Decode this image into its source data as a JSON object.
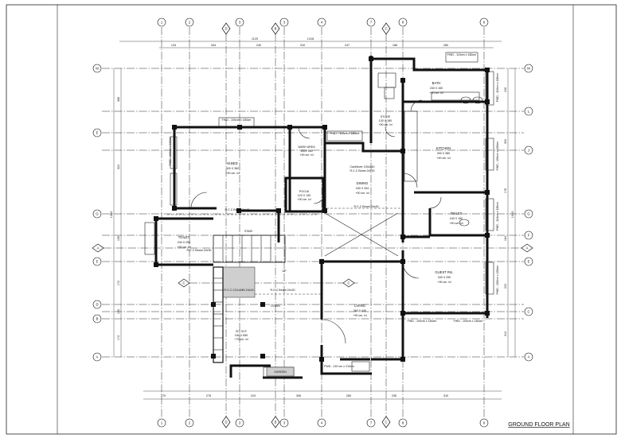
{
  "drawing": {
    "title": "GROUND FLOOR PLAN"
  },
  "grid_axes": {
    "vertical": [
      "1",
      "2",
      "D",
      "3",
      "B",
      "4",
      "7",
      "C",
      "8",
      "9"
    ],
    "horizontal": [
      "M",
      "L",
      "E",
      "J",
      "G",
      "F",
      "A",
      "E",
      "C",
      "D",
      "B",
      "A"
    ]
  },
  "rooms": [
    {
      "id": "master",
      "name": "M.BED",
      "size": "400 X 360",
      "level": "+90 cm. lvl"
    },
    {
      "id": "wash",
      "name": "WASH AREA",
      "size": "150X 180",
      "level": "+90 cm. lvl"
    },
    {
      "id": "pooja",
      "name": "POOJA",
      "size": "120 X 130",
      "level": "+90 cm. lvl"
    },
    {
      "id": "dining",
      "name": "DINING",
      "size": "340 X 334",
      "level": "+90 cm. lvl"
    },
    {
      "id": "bath",
      "name": "BATH",
      "size": "240 X 160",
      "level": "+90 cm. lvl"
    },
    {
      "id": "store",
      "name": "STORE",
      "size": "130 X 180",
      "level": "+90 cm. lvl"
    },
    {
      "id": "kitchen",
      "name": "KITCHEN",
      "size": "300 X 380",
      "level": "+90 cm. lvl"
    },
    {
      "id": "toilet_r",
      "name": "TOILET",
      "size": "240 X 150",
      "level": "+90 cm. lvl"
    },
    {
      "id": "toilet_l",
      "name": "TOILET",
      "size": "240 X 250",
      "level": "+90 cm. lvl"
    },
    {
      "id": "living",
      "name": "LIVING",
      "size": "360 X 430",
      "level": "+90 cm. lvl"
    },
    {
      "id": "guest",
      "name": "GUEST Rm.",
      "size": "340 X 330",
      "level": "+90 cm. lvl"
    },
    {
      "id": "sitout",
      "name": "SIT OUT",
      "size": "160 X 650",
      "level": "+75 cm. lvl"
    },
    {
      "id": "garden",
      "name": "GARDEN",
      "size": "",
      "level": ""
    }
  ],
  "annotations": {
    "cantilever": "Cantilever 100x240",
    "rcc_beam": "R.C.C Beam 24x30",
    "rcc_beam_2": "R.C.C Beam 24x45",
    "rcc_column": "R.C.C COLUMN 24x24",
    "stair": "STAIR",
    "down": "DOWN",
    "up": "UP",
    "window_a": "FWD - 100cm x 180cm",
    "window_b": "FWD - 110cm x 180cm",
    "window_c": "FWD - 220 cm x 210cm"
  },
  "dimensions": {
    "overall_width": "1418",
    "top_main": "1125",
    "left_overall": "1383",
    "right_overall": "1043",
    "top_parts": [
      "134",
      "344",
      "240",
      "310",
      "247",
      "186",
      "280"
    ],
    "bottom_parts": [
      "270",
      "278",
      "224",
      "306",
      "280",
      "235",
      "310"
    ],
    "left_parts": [
      "366",
      "324",
      "150",
      "172",
      "120",
      "174",
      "142"
    ],
    "right_parts": [
      "240",
      "334",
      "176",
      "164",
      "222",
      "314"
    ]
  }
}
